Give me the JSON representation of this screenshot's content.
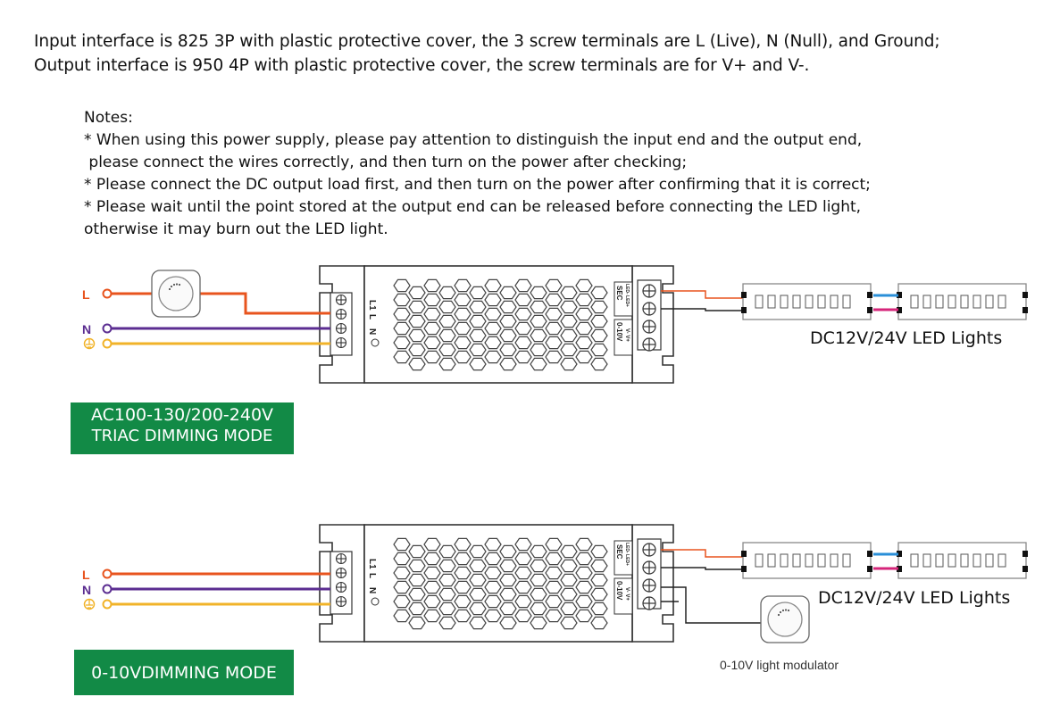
{
  "intro": {
    "line1": "Input interface is 825 3P with plastic protective cover, the 3 screw terminals are L (Live), N (Null), and Ground;",
    "line2": "Output interface is 950 4P with plastic protective cover, the screw terminals are for V+ and V-."
  },
  "notes": {
    "title": "Notes:",
    "lines": [
      "* When using this power supply, please pay attention to distinguish the input end and the output end,",
      " please connect the wires correctly, and then turn on the power after checking;",
      "* Please connect the DC output load first, and then turn on the power after confirming that it is correct;",
      "* Please wait until the point stored at the output end can be released before connecting the LED light,",
      "otherwise it may burn out the LED light."
    ]
  },
  "diagram1": {
    "terminal_l": "L",
    "terminal_n": "N",
    "output_label": "DC12V/24V LED Lights",
    "badge_line1": "AC100-130/200-240V",
    "badge_line2": "TRIAC DIMMING MODE"
  },
  "diagram2": {
    "terminal_l": "L",
    "terminal_n": "N",
    "output_label": "DC12V/24V LED Lights",
    "modulator_label": "0-10V light modulator",
    "badge_line1": "0-10VDIMMING MODE"
  },
  "psu_labels": {
    "input_l1": "L1",
    "input_l": "L",
    "input_n": "N",
    "sec": "SEC",
    "led_pm": "LED- LED+",
    "dim": "0-10V",
    "dim_pm": "V- V+"
  },
  "colors": {
    "live": "#e8541e",
    "neutral": "#5b2d91",
    "ground": "#f1b329",
    "badge": "#128a46",
    "link_blue": "#2a8fd8",
    "link_pink": "#d6257a"
  }
}
